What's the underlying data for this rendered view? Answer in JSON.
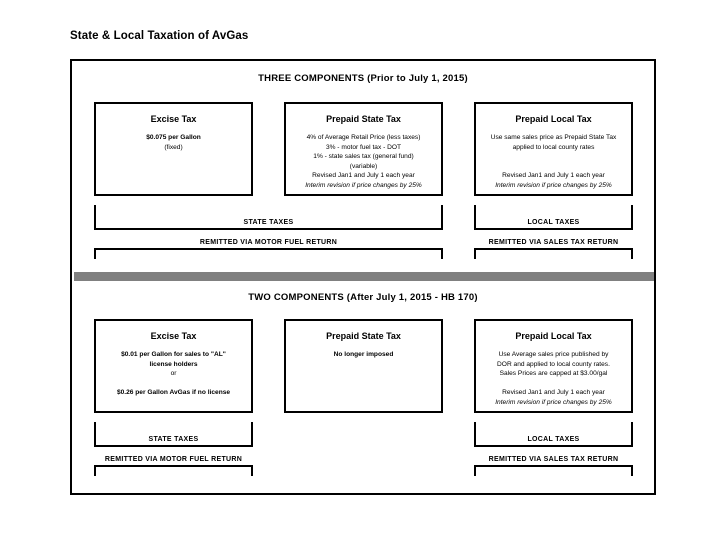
{
  "page": {
    "title": "State & Local Taxation of AvGas"
  },
  "sections": {
    "top": {
      "heading": "THREE COMPONENTS (Prior to July 1, 2015)",
      "boxes": [
        {
          "title": "Excise Tax",
          "lines": [
            {
              "text": "$0.075  per Gallon",
              "style": "bold"
            },
            {
              "text": "(fixed)",
              "style": "normal"
            }
          ]
        },
        {
          "title": "Prepaid State Tax",
          "lines": [
            {
              "text": "4% of Average Retail Price (less taxes)",
              "style": "normal"
            },
            {
              "text": "3% - motor fuel tax - DOT",
              "style": "normal"
            },
            {
              "text": "1% - state sales tax (general fund)",
              "style": "normal"
            },
            {
              "text": "(variable)",
              "style": "normal"
            },
            {
              "text": "Revised Jan1 and July 1 each year",
              "style": "normal"
            },
            {
              "text": "Interim revision if price changes by 25%",
              "style": "italic"
            }
          ]
        },
        {
          "title": "Prepaid Local Tax",
          "lines": [
            {
              "text": "Use same sales price as Prepaid State Tax",
              "style": "normal"
            },
            {
              "text": "applied to local county rates",
              "style": "normal"
            },
            {
              "text": "",
              "style": "spacer"
            },
            {
              "text": "",
              "style": "spacer"
            },
            {
              "text": "Revised Jan1 and July 1 each year",
              "style": "normal"
            },
            {
              "text": "Interim revision if price changes by 25%",
              "style": "italic"
            }
          ]
        }
      ],
      "state_taxes_label": "STATE TAXES",
      "local_taxes_label": "LOCAL TAXES",
      "remitted_fuel_label": "REMITTED VIA MOTOR FUEL RETURN",
      "remitted_sales_label": "REMITTED VIA SALES TAX RETURN"
    },
    "bottom": {
      "heading": "TWO COMPONENTS (After July 1, 2015 - HB 170)",
      "boxes": [
        {
          "title": "Excise Tax",
          "lines": [
            {
              "text": "$0.01 per Gallon for sales to \"AL\"",
              "style": "bold"
            },
            {
              "text": "license holders",
              "style": "bold"
            },
            {
              "text": "or",
              "style": "normal"
            },
            {
              "text": "",
              "style": "spacer"
            },
            {
              "text": "$0.26 per Gallon AvGas if no license",
              "style": "bold"
            }
          ]
        },
        {
          "title": "Prepaid State Tax",
          "lines": [
            {
              "text": "No longer imposed",
              "style": "bold"
            }
          ]
        },
        {
          "title": "Prepaid Local Tax",
          "lines": [
            {
              "text": "Use Average sales price published by",
              "style": "normal"
            },
            {
              "text": "DOR and applied to local county rates.",
              "style": "normal"
            },
            {
              "text": "Sales Prices are capped at $3.00/gal",
              "style": "normal"
            },
            {
              "text": "",
              "style": "spacer"
            },
            {
              "text": "Revised Jan1 and July 1 each year",
              "style": "normal"
            },
            {
              "text": "Interim revision if price changes by 25%",
              "style": "italic"
            }
          ]
        }
      ],
      "state_taxes_label": "STATE TAXES",
      "local_taxes_label": "LOCAL TAXES",
      "remitted_fuel_label": "REMITTED VIA MOTOR FUEL RETURN",
      "remitted_sales_label": "REMITTED VIA SALES TAX RETURN"
    }
  },
  "colors": {
    "divider": "#808080",
    "border": "#000000",
    "background": "#ffffff"
  }
}
